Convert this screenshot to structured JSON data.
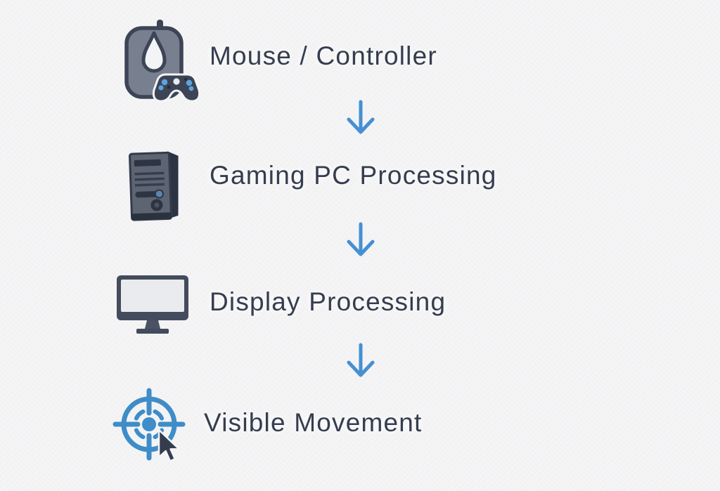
{
  "diagram": {
    "type": "vertical-flow",
    "steps": [
      {
        "label": "Mouse / Controller",
        "icon": "mouse-controller-icon"
      },
      {
        "label": "Gaming PC Processing",
        "icon": "gaming-pc-tower-icon"
      },
      {
        "label": "Display Processing",
        "icon": "monitor-icon"
      },
      {
        "label": "Visible Movement",
        "icon": "crosshair-cursor-icon"
      }
    ],
    "connector_icon": "arrow-down-icon",
    "connector_count": 3,
    "colors": {
      "background": "#f5f5f6",
      "label_text": "#353d4f",
      "arrow_blue": "#4590d2",
      "crosshair_blue": "#3e8dc8",
      "icon_dark_slate": "#3c4456",
      "icon_body_gray": "#5d6472",
      "mouse_gray": "#787f8e",
      "screen_light": "#e9ebee",
      "button_blue": "#5da4dd",
      "power_blue": "#5d84ab",
      "cursor_dark": "#343c4e"
    }
  }
}
